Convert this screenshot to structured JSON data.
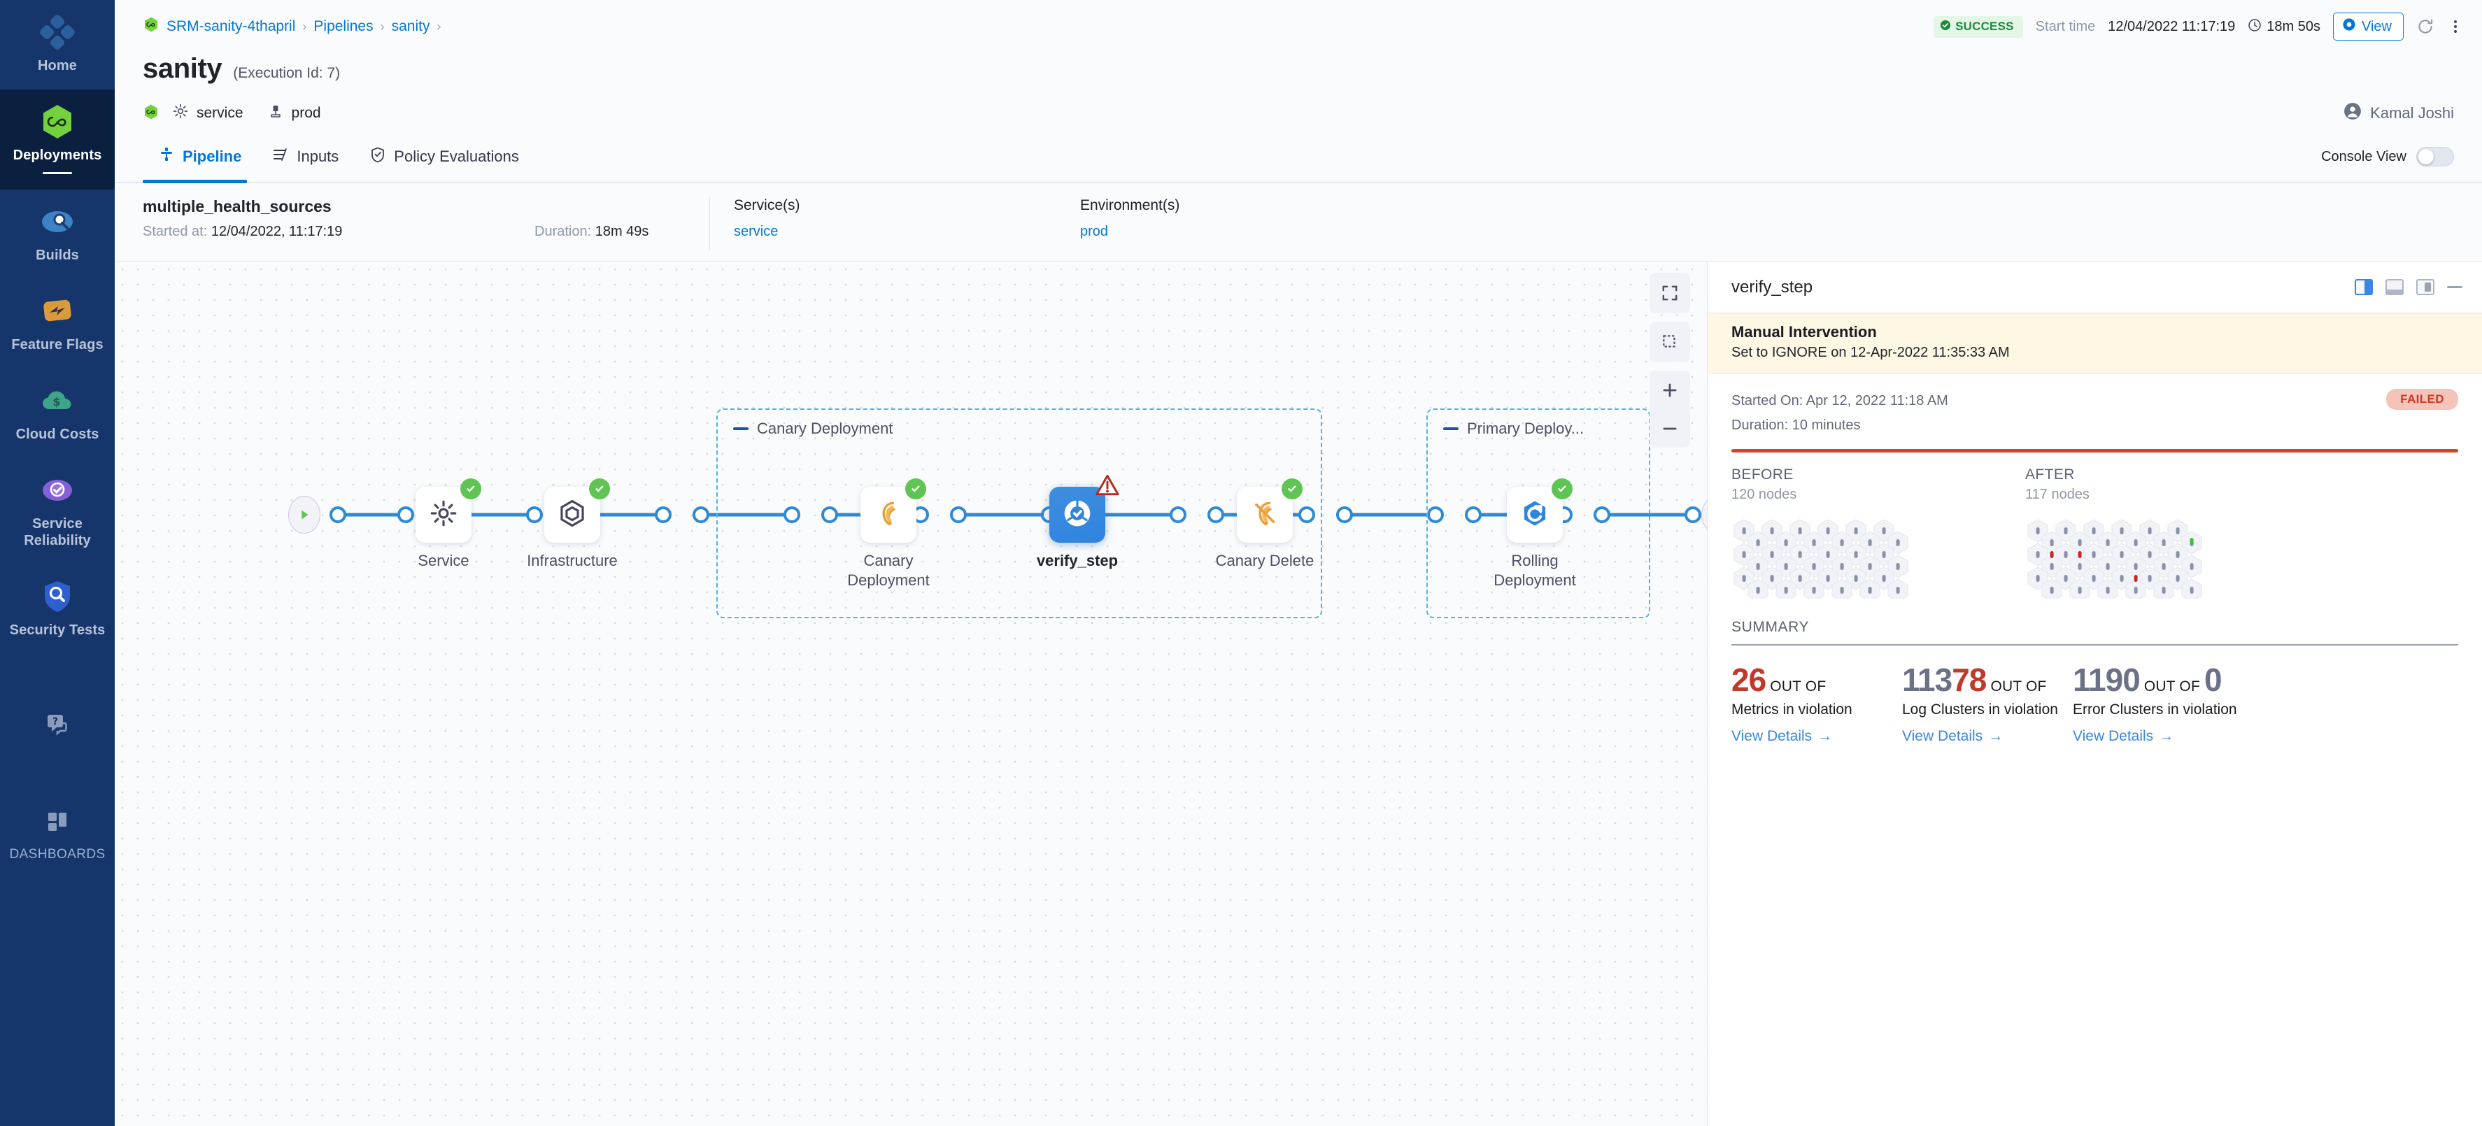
{
  "sidebar": {
    "items": [
      {
        "label": "Home",
        "icon": "home-diamond-icon",
        "active": false
      },
      {
        "label": "Deployments",
        "icon": "deployments-infinity-icon",
        "active": true
      },
      {
        "label": "Builds",
        "icon": "builds-icon",
        "active": false
      },
      {
        "label": "Feature Flags",
        "icon": "feature-flags-icon",
        "active": false
      },
      {
        "label": "Cloud Costs",
        "icon": "cloud-costs-icon",
        "active": false
      },
      {
        "label": "Service Reliability",
        "icon": "service-reliability-icon",
        "active": false
      },
      {
        "label": "Security Tests",
        "icon": "security-tests-shield-icon",
        "active": false
      }
    ],
    "help": {
      "icon": "help-chat-icon"
    },
    "dashboards": {
      "label": "DASHBOARDS",
      "icon": "dashboards-grid-icon"
    }
  },
  "topbar": {
    "breadcrumbs": [
      {
        "label": "SRM-sanity-4thapril",
        "icon": "project-infinity-icon"
      },
      {
        "label": "Pipelines"
      },
      {
        "label": "sanity"
      }
    ],
    "separator": "›",
    "status": {
      "label": "SUCCESS",
      "icon": "check-circle-icon",
      "color": "#1b8a3c"
    },
    "start_time_label": "Start time",
    "start_time_value": "12/04/2022 11:17:19",
    "duration_value": "18m 50s",
    "duration_icon": "clock-icon",
    "view_button": {
      "label": "View",
      "icon": "eye-icon"
    },
    "refresh_icon": "refresh-icon",
    "more_icon": "kebab-menu-icon"
  },
  "header": {
    "title": "sanity",
    "execution_id": "(Execution Id: 7)",
    "status_icon": "pipeline-success-icon",
    "service_icon": "gear-icon",
    "service": "service",
    "environment_icon": "environment-icon",
    "environment": "prod",
    "user": {
      "name": "Kamal Joshi",
      "icon": "avatar-icon"
    }
  },
  "tabs": [
    {
      "label": "Pipeline",
      "icon": "pipeline-icon",
      "active": true
    },
    {
      "label": "Inputs",
      "icon": "inputs-icon",
      "active": false
    },
    {
      "label": "Policy Evaluations",
      "icon": "policy-shield-icon",
      "active": false
    }
  ],
  "console_view": {
    "label": "Console View",
    "enabled": false
  },
  "exec_strip": {
    "stage_name": "multiple_health_sources",
    "started_at_label": "Started at:",
    "started_at_value": "12/04/2022, 11:17:19",
    "duration_label": "Duration:",
    "duration_value": "18m 49s",
    "services_label": "Service(s)",
    "services_value": "service",
    "environments_label": "Environment(s)",
    "environments_value": "prod"
  },
  "canvas": {
    "controls": [
      {
        "name": "fit-screen-icon"
      },
      {
        "name": "select-area-icon"
      },
      {
        "name": "zoom-in-icon"
      },
      {
        "name": "zoom-out-icon"
      }
    ],
    "groups": [
      {
        "label": "Canary Deployment"
      },
      {
        "label": "Primary Deploy..."
      }
    ],
    "nodes": [
      {
        "label": "Service",
        "icon": "gear-icon",
        "status": "success",
        "selected": false
      },
      {
        "label": "Infrastructure",
        "icon": "hexagon-icon",
        "status": "success",
        "selected": false
      },
      {
        "label": "Canary Deployment",
        "icon": "canary-bird-icon",
        "status": "success",
        "selected": false
      },
      {
        "label": "verify_step",
        "icon": "verify-icon",
        "status": "warning",
        "selected": true
      },
      {
        "label": "Canary Delete",
        "icon": "canary-delete-icon",
        "status": "success",
        "selected": false
      },
      {
        "label": "Rolling Deployment",
        "icon": "rolling-deploy-icon",
        "status": "success",
        "selected": false
      }
    ]
  },
  "panel": {
    "title": "verify_step",
    "layout_icons": [
      "split-right-icon",
      "split-bottom-icon",
      "float-panel-icon"
    ],
    "minimize_icon": "minimize-icon",
    "manual_intervention": {
      "title": "Manual Intervention",
      "subtitle": "Set to IGNORE on 12-Apr-2022 11:35:33 AM"
    },
    "started_on": "Started On: Apr 12, 2022 11:18 AM",
    "duration": "Duration: 10 minutes",
    "status_pill": "FAILED",
    "before": {
      "heading": "BEFORE",
      "nodes": "120 nodes"
    },
    "after": {
      "heading": "AFTER",
      "nodes": "117 nodes"
    },
    "summary_heading": "SUMMARY",
    "stats": [
      {
        "value": "26",
        "value_color": "#c0392b",
        "out_of": "OUT OF",
        "total": "113",
        "total_color": "#6b7285",
        "label": "Metrics in violation",
        "link": "View Details"
      },
      {
        "value": "78",
        "value_color": "#c0392b",
        "out_of": "OUT OF",
        "total": "1190",
        "total_color": "#6b7285",
        "label": "Log Clusters in violation",
        "link": "View Details"
      },
      {
        "value": "0",
        "value_color": "#6b7285",
        "out_of": "OUT OF",
        "total": "0",
        "total_color": "#6b7285",
        "label": "Error Clusters in violation",
        "link": "View Details"
      }
    ],
    "link_arrow": "→"
  },
  "colors": {
    "accent": "#0278d5",
    "success": "#5ec452",
    "danger": "#d4422a",
    "nav_bg": "#15356b",
    "nav_active_bg": "#0b1f3f"
  }
}
